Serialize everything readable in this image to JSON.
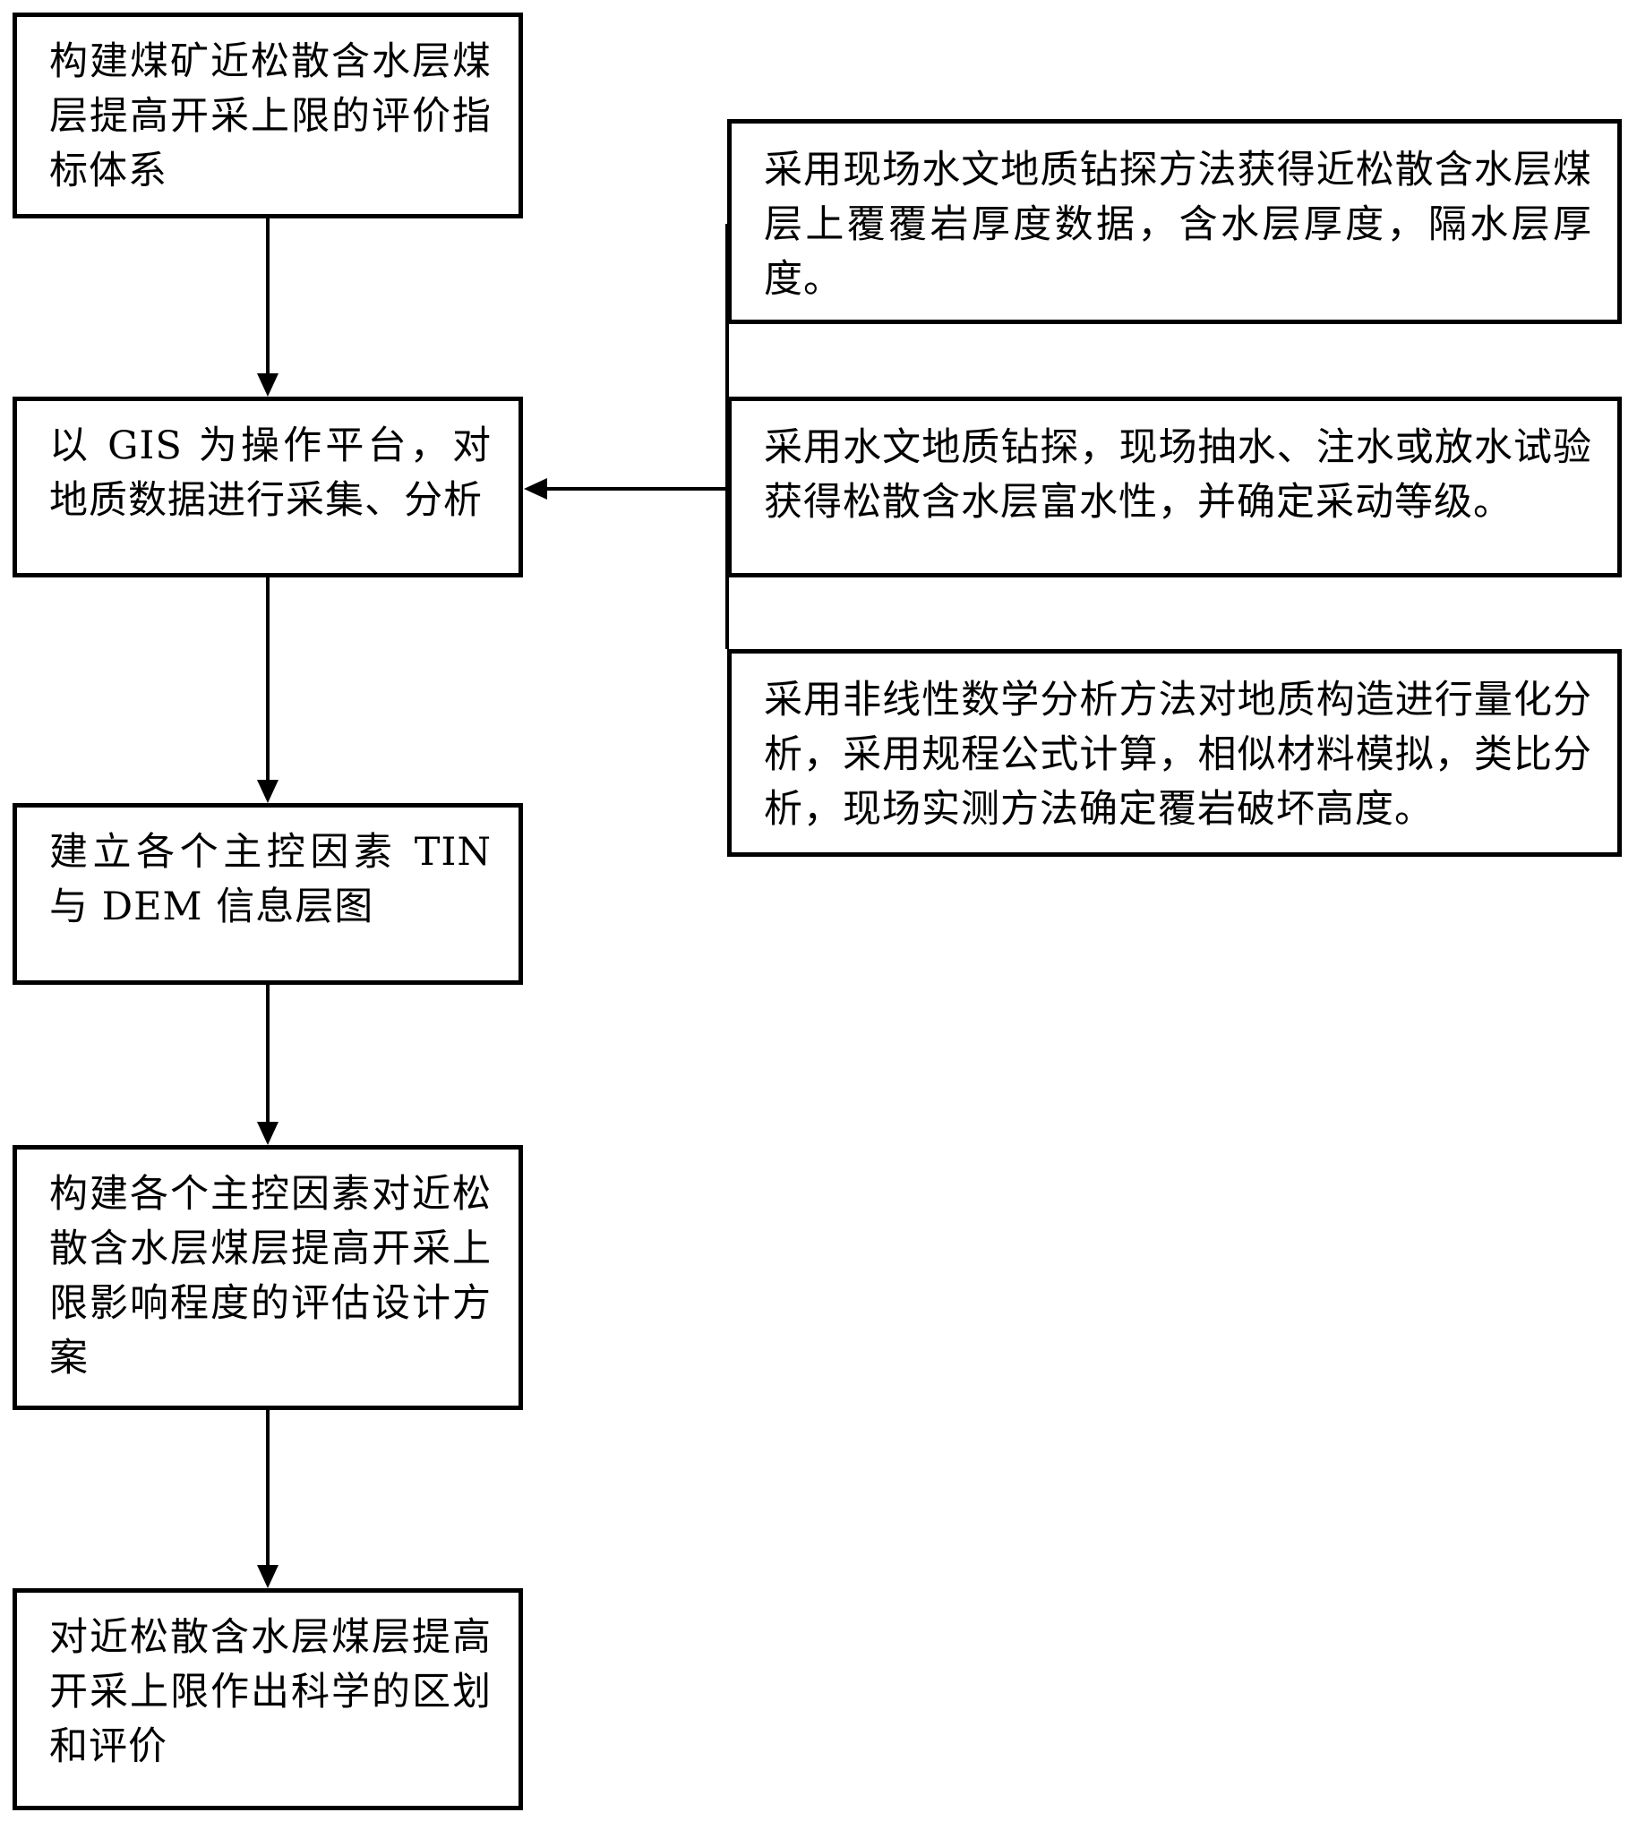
{
  "flow": {
    "steps": [
      "构建煤矿近松散含水层煤层提高开采上限的评价指标体系",
      "以 GIS 为操作平台，对地质数据进行采集、分析",
      "建立各个主控因素 TIN 与 DEM 信息层图",
      "构建各个主控因素对近松散含水层煤层提高开采上限影响程度的评估设计方案",
      "对近松散含水层煤层提高开采上限作出科学的区划和评价"
    ],
    "inputs": [
      "采用现场水文地质钻探方法获得近松散含水层煤层上覆覆岩厚度数据，含水层厚度，隔水层厚度。",
      "采用水文地质钻探，现场抽水、注水或放水试验获得松散含水层富水性，并确定采动等级。",
      "采用非线性数学分析方法对地质构造进行量化分析，采用规程公式计算，相似材料模拟，类比分析，现场实测方法确定覆岩破坏高度。"
    ]
  },
  "colors": {
    "stroke": "#000000",
    "background": "#ffffff"
  }
}
